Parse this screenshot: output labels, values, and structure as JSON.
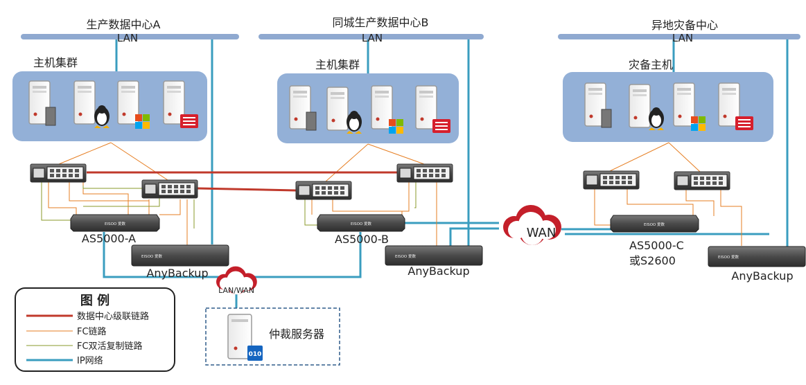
{
  "datacenters": {
    "a": {
      "title": "生产数据中心A",
      "lan": "LAN",
      "cluster": "主机集群",
      "storage": "AS5000-A",
      "backup": "AnyBackup"
    },
    "b": {
      "title": "同城生产数据中心B",
      "lan": "LAN",
      "cluster": "主机集群",
      "storage": "AS5000-B",
      "backup": "AnyBackup"
    },
    "c": {
      "title": "异地灾备中心",
      "lan": "LAN",
      "cluster": "灾备主机",
      "storage_line1": "AS5000-C",
      "storage_line2": "或S2600",
      "backup": "AnyBackup"
    }
  },
  "clouds": {
    "wan": "WAN",
    "lan_wan": "LAN/WAN"
  },
  "arbitration": {
    "label": "仲裁服务器",
    "badge": "010"
  },
  "device_brand": "EISOO 爱数",
  "legend": {
    "title": "图 例",
    "items": [
      {
        "label": "数据中心级联链路",
        "color": "#c0392b"
      },
      {
        "label": "FC链路",
        "color": "#e67e22"
      },
      {
        "label": "FC双活复制链路",
        "color": "#8a9a2a"
      },
      {
        "label": "IP网络",
        "color": "#3a9dbf"
      }
    ]
  },
  "colors": {
    "lan_bar": "#8fa9d0",
    "cluster_bg": "#93b0d7",
    "ip": "#3a9dbf",
    "red": "#c0392b",
    "fc": "#e67e22",
    "fc2": "#8a9a2a"
  }
}
